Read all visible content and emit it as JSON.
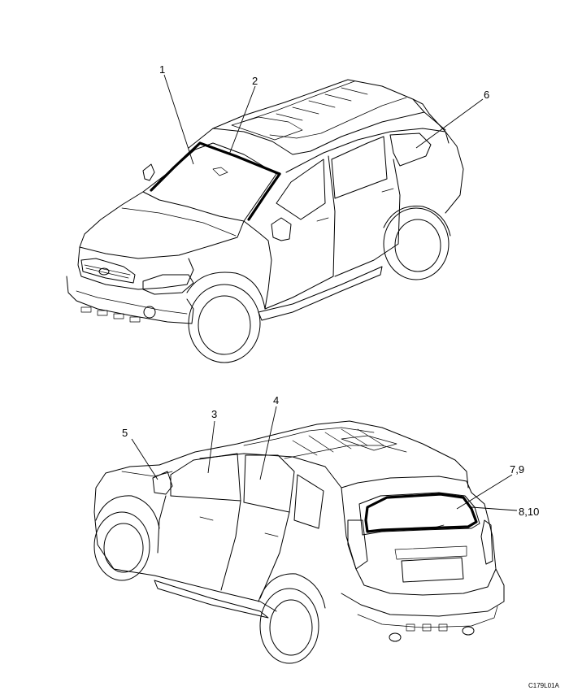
{
  "callouts": {
    "c1": "1",
    "c2": "2",
    "c3": "3",
    "c4": "4",
    "c5": "5",
    "c6": "6",
    "c79": "7,9",
    "c810": "8,10"
  },
  "figure_code": "C179L01A",
  "colors": {
    "line": "#000000",
    "background": "#ffffff"
  }
}
